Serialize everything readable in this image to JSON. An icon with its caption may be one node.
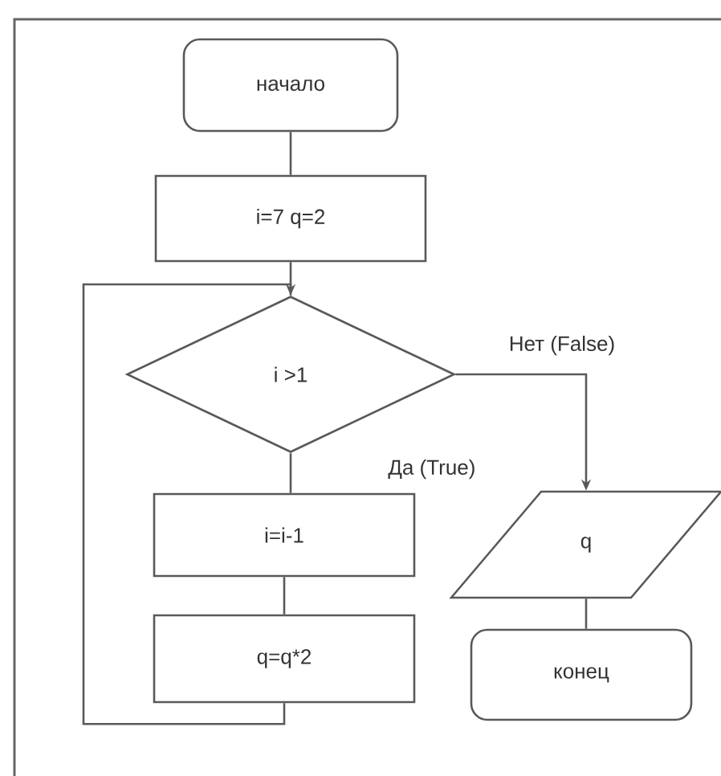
{
  "diagram": {
    "nodes": [
      {
        "text": [
          "начало"
        ]
      },
      {
        "text": [
          "i=7 q=2"
        ]
      },
      {
        "text": [
          "i >1"
        ]
      },
      {
        "text": [
          "i=i-1"
        ]
      },
      {
        "text": [
          "q=q*2"
        ]
      },
      {
        "text": [
          "q"
        ]
      },
      {
        "text": [
          "конец"
        ]
      }
    ],
    "edges": [
      {
        "from": 0,
        "to": 1,
        "arrow": "none"
      },
      {
        "from": 1,
        "to": 2,
        "arrow": "none"
      },
      {
        "from": 2,
        "to": 3,
        "arrow": "none",
        "label": "Да (True)"
      },
      {
        "from": 3,
        "to": 4,
        "arrow": "none"
      },
      {
        "from": 4,
        "to": 2,
        "arrow": "to"
      },
      {
        "from": 2,
        "to": 5,
        "arrow": "to",
        "label": "Нет (False)"
      },
      {
        "from": 5,
        "to": 6,
        "arrow": "none"
      }
    ]
  }
}
